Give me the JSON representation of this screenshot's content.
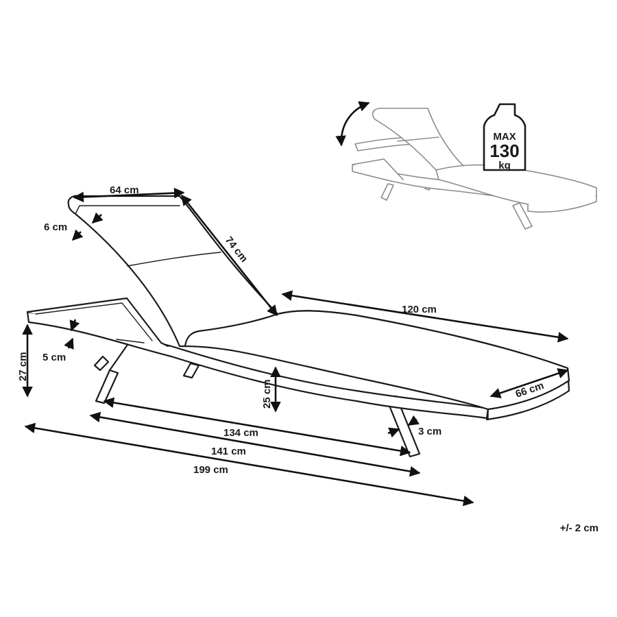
{
  "dimensions": {
    "backrest_width": "64 cm",
    "backrest_thickness": "6 cm",
    "backrest_length": "74 cm",
    "seat_length": "120 cm",
    "seat_width": "66 cm",
    "frame_thickness": "5 cm",
    "total_height": "27 cm",
    "seat_height": "25 cm",
    "leg_thickness": "3 cm",
    "frame_length": "134 cm",
    "lying_length": "141 cm",
    "total_length": "199 cm"
  },
  "load_badge": {
    "line1": "MAX",
    "line2": "130",
    "line3": "kg"
  },
  "tolerance": "+/- 2 cm",
  "icons": [
    "adjustable-backrest-arrow-icon",
    "weight-icon"
  ]
}
